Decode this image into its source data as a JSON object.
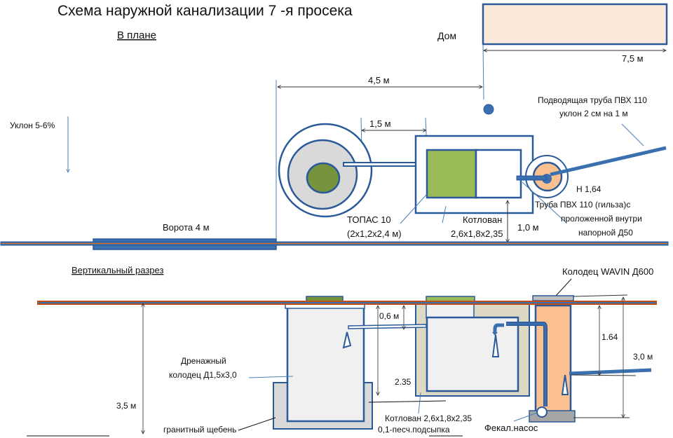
{
  "title": "Схема наружной канализации 7 -я просека",
  "plan": {
    "heading": "В плане",
    "house_label": "Дом",
    "house_width": "7,5 м",
    "distance_house": "4,5 м",
    "distance_tank": "1,5 м",
    "slope": "Уклон 5-6%",
    "gate": "Ворота 4 м",
    "inlet_pipe_line1": "Подводящая труба ПВХ 110",
    "inlet_pipe_line2": "уклон 2 см на 1 м",
    "depth_h": "Н 1,64",
    "sleeve_line1": "Труба ПВХ 110 (гильза)с",
    "sleeve_line2": "проложенной внутри",
    "sleeve_line3": "напорной Д50",
    "topas_line1": "ТОПАС 10",
    "topas_line2": "(2х1,2х2,4 м)",
    "pit_line1": "Котлован",
    "pit_line2": "2,6х1,8х2,35",
    "distance_fence": "1,0 м"
  },
  "section": {
    "heading": "Вертикальный разрез",
    "wavin": "Колодец WAVIN Д600",
    "depth_total": "3,5 м",
    "drain_well_line1": "Дренажный",
    "drain_well_line2": "колодец Д1,5х3,0",
    "gravel": "гранитный щебень",
    "pipe_depth": "0,6 м",
    "pit_depth": "2.35",
    "pit_line1": "Котлован 2,6х1,8х2,35",
    "pit_line2": "0,1-песч.подсыпка",
    "pump": "Фекал.насос",
    "wavin_depth_inlet": "1.64",
    "wavin_depth_total": "3,0 м"
  },
  "colors": {
    "outline": "#2a5a9a",
    "pipe": "#3a6fb0",
    "ground": "#c0501a",
    "house_fill": "#fde9d9",
    "topas_green": "#9bbb59",
    "drain_green": "#77933c",
    "drain_grey": "#d9d9d9",
    "wavin_fill": "#fac090",
    "pit_fill": "#ddd9c4"
  }
}
